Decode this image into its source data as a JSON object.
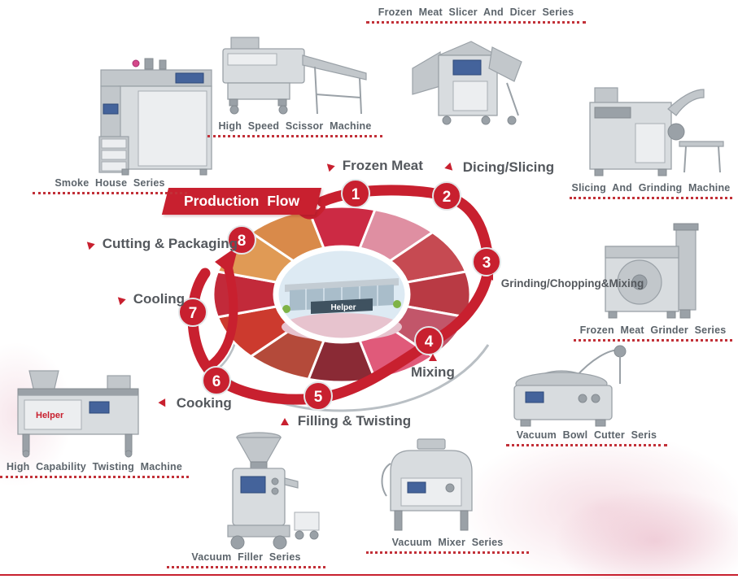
{
  "banner": {
    "label": "Production Flow"
  },
  "brand": {
    "name": "Helper"
  },
  "flow": {
    "steps": [
      {
        "number": "1",
        "label": "Frozen Meat"
      },
      {
        "number": "2",
        "label": "Dicing/Slicing"
      },
      {
        "number": "3",
        "label": "Grinding/Chopping&Mixing"
      },
      {
        "number": "4",
        "label": "Mixing"
      },
      {
        "number": "5",
        "label": "Filling & Twisting"
      },
      {
        "number": "6",
        "label": "Cooking"
      },
      {
        "number": "7",
        "label": "Cooling"
      },
      {
        "number": "8",
        "label": "Cutting & Packaging"
      }
    ]
  },
  "machines": [
    {
      "id": "frozen-meat-slicer-dicer",
      "label": "Frozen Meat Slicer And Dicer Series"
    },
    {
      "id": "high-speed-scissor",
      "label": "High Speed Scissor Machine"
    },
    {
      "id": "smoke-house",
      "label": "Smoke House Series"
    },
    {
      "id": "slicing-and-grinding",
      "label": "Slicing And Grinding Machine"
    },
    {
      "id": "frozen-meat-grinder",
      "label": "Frozen Meat Grinder Series"
    },
    {
      "id": "vacuum-bowl-cutter",
      "label": "Vacuum Bowl Cutter Seris"
    },
    {
      "id": "vacuum-mixer",
      "label": "Vacuum Mixer Series"
    },
    {
      "id": "vacuum-filler",
      "label": "Vacuum Filler Series"
    },
    {
      "id": "twisting-machine",
      "label": "High Capability Twisting Machine"
    }
  ],
  "colors": {
    "accent_red": "#c8202f",
    "dot_red": "#c23038",
    "label_gray": "#5c646b",
    "flow_text_gray": "#54585d",
    "machine_gray": "#d8dcdf",
    "screen_blue": "#44639b"
  }
}
